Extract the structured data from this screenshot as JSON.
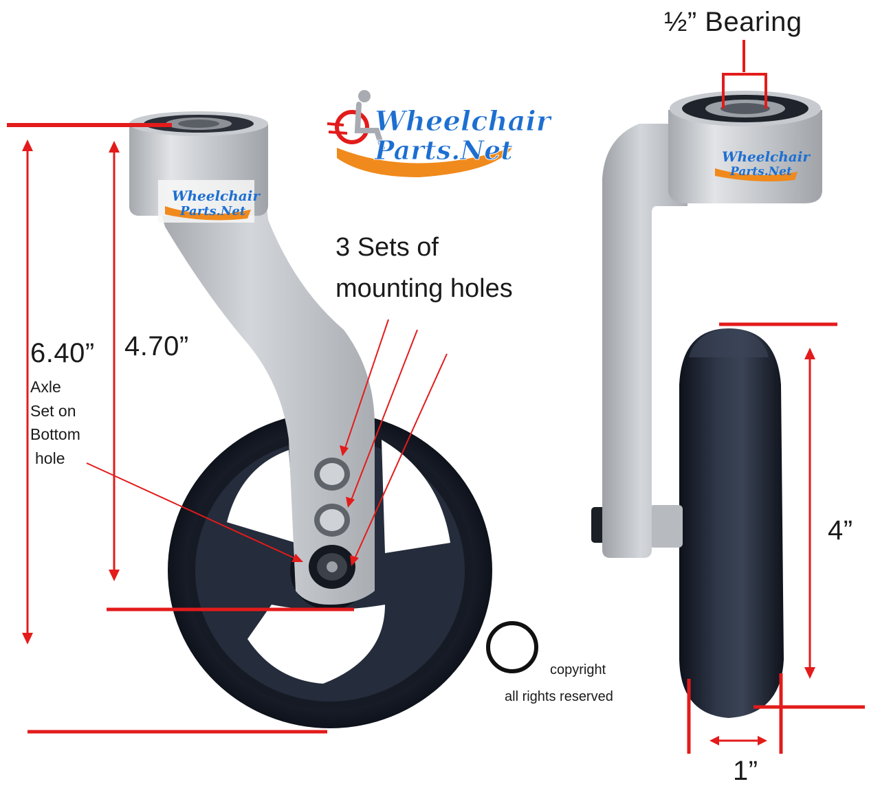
{
  "labels": {
    "bearing": "½” Bearing",
    "mounting_line1": "3 Sets of",
    "mounting_line2": "mounting holes",
    "dim_overall": "6.40”",
    "dim_fork": "4.70”",
    "axle_line1": "Axle",
    "axle_line2": "Set on",
    "axle_line3": "Bottom",
    "axle_line4": "hole",
    "dim_wheel": "4”",
    "dim_width": "1”",
    "copyright_symbol": "©",
    "copyright_line1": "copyright",
    "copyright_line2": "all rights reserved"
  },
  "logo": {
    "line1": "Wheelchair",
    "line2": "Parts.Net"
  },
  "colors": {
    "annotation_red": "#e31b1b",
    "aluminum": "#b9bcc0",
    "tire": "#1c2230",
    "logo_blue": "#1d6fd1",
    "logo_orange": "#f08a1c"
  }
}
